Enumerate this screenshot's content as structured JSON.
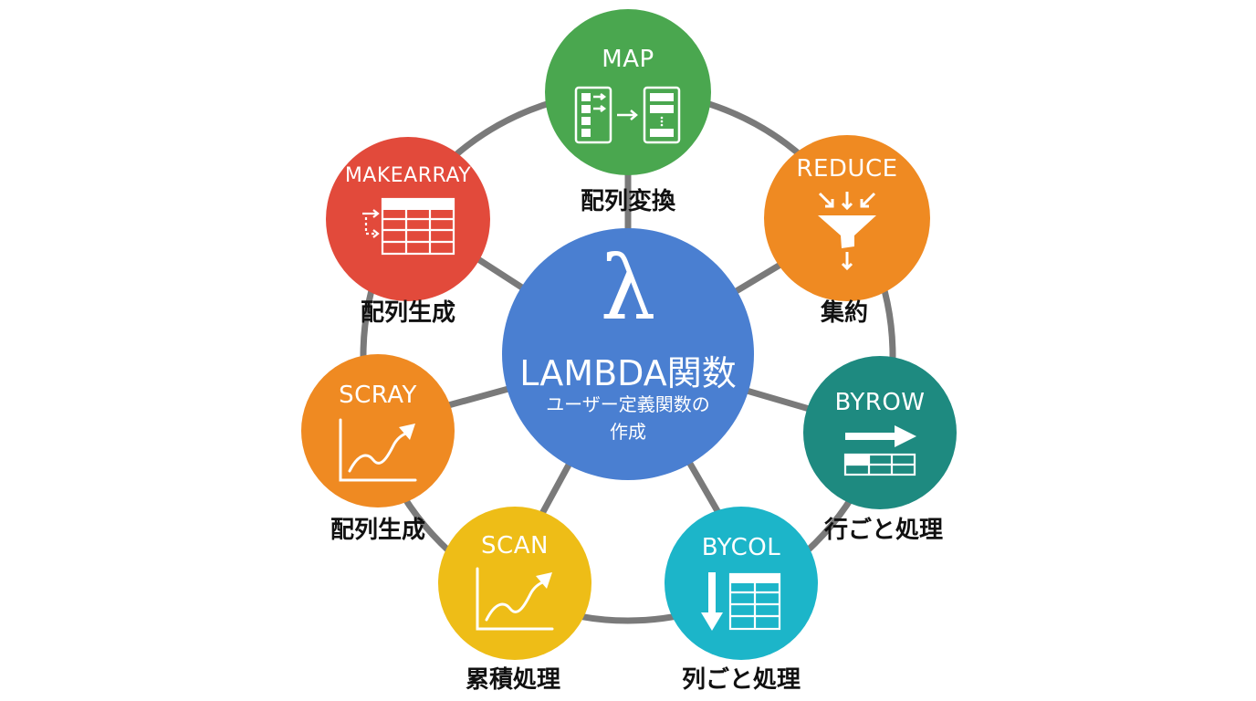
{
  "center": {
    "symbol": "λ",
    "title": "LAMBDA関数",
    "subtitle_line1": "ユーザー定義関数の",
    "subtitle_line2": "作成",
    "color": "#4a7fd1"
  },
  "nodes": [
    {
      "id": "map",
      "title": "MAP",
      "caption": "配列変換",
      "color": "#4aa74f",
      "icon": "array-transform-icon"
    },
    {
      "id": "reduce",
      "title": "REDUCE",
      "caption": "集約",
      "color": "#ef8a22",
      "icon": "funnel-icon"
    },
    {
      "id": "byrow",
      "title": "BYROW",
      "caption": "行ごと処理",
      "color": "#1e8a80",
      "icon": "row-arrow-table-icon"
    },
    {
      "id": "bycol",
      "title": "BYCOL",
      "caption": "列ごと処理",
      "color": "#1cb5c9",
      "icon": "column-arrow-table-icon"
    },
    {
      "id": "scan",
      "title": "SCAN",
      "caption": "累積処理",
      "color": "#eebd17",
      "icon": "growth-chart-icon"
    },
    {
      "id": "scray",
      "title": "SCRAY",
      "caption": "配列生成",
      "color": "#ef8a22",
      "icon": "growth-chart-icon"
    },
    {
      "id": "makearray",
      "title": "MAKEARRAY",
      "caption": "配列生成",
      "color": "#e24a3b",
      "icon": "table-grid-icon"
    }
  ],
  "connector_color": "#7a7a7a"
}
